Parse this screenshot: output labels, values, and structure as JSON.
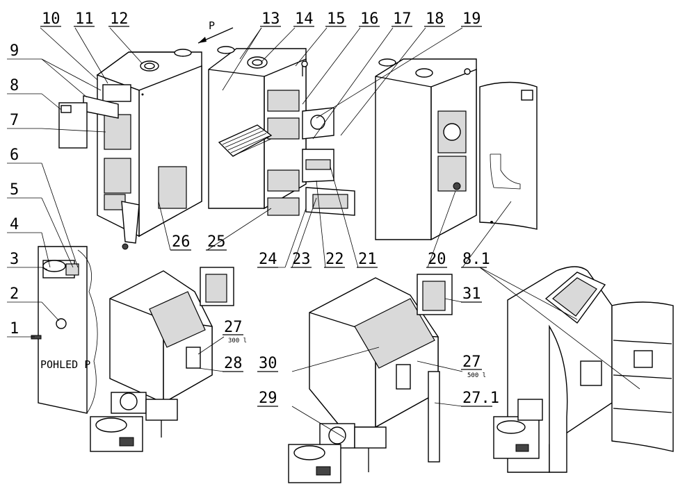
{
  "view_label": "P",
  "side_view_caption": "POHLED P",
  "capacity_300": "300 l",
  "capacity_500": "500 l",
  "callouts": {
    "c1": "1",
    "c2": "2",
    "c3": "3",
    "c4": "4",
    "c5": "5",
    "c6": "6",
    "c7": "7",
    "c8": "8",
    "c9": "9",
    "c10": "10",
    "c11": "11",
    "c12": "12",
    "c13": "13",
    "c14": "14",
    "c15": "15",
    "c16": "16",
    "c17": "17",
    "c18": "18",
    "c19": "19",
    "c20": "20",
    "c21": "21",
    "c22": "22",
    "c23": "23",
    "c24": "24",
    "c25": "25",
    "c26": "26",
    "c27a": "27",
    "c27b": "27",
    "c27_1": "27.1",
    "c28": "28",
    "c29": "29",
    "c30": "30",
    "c31": "31",
    "c8_1": "8.1"
  }
}
